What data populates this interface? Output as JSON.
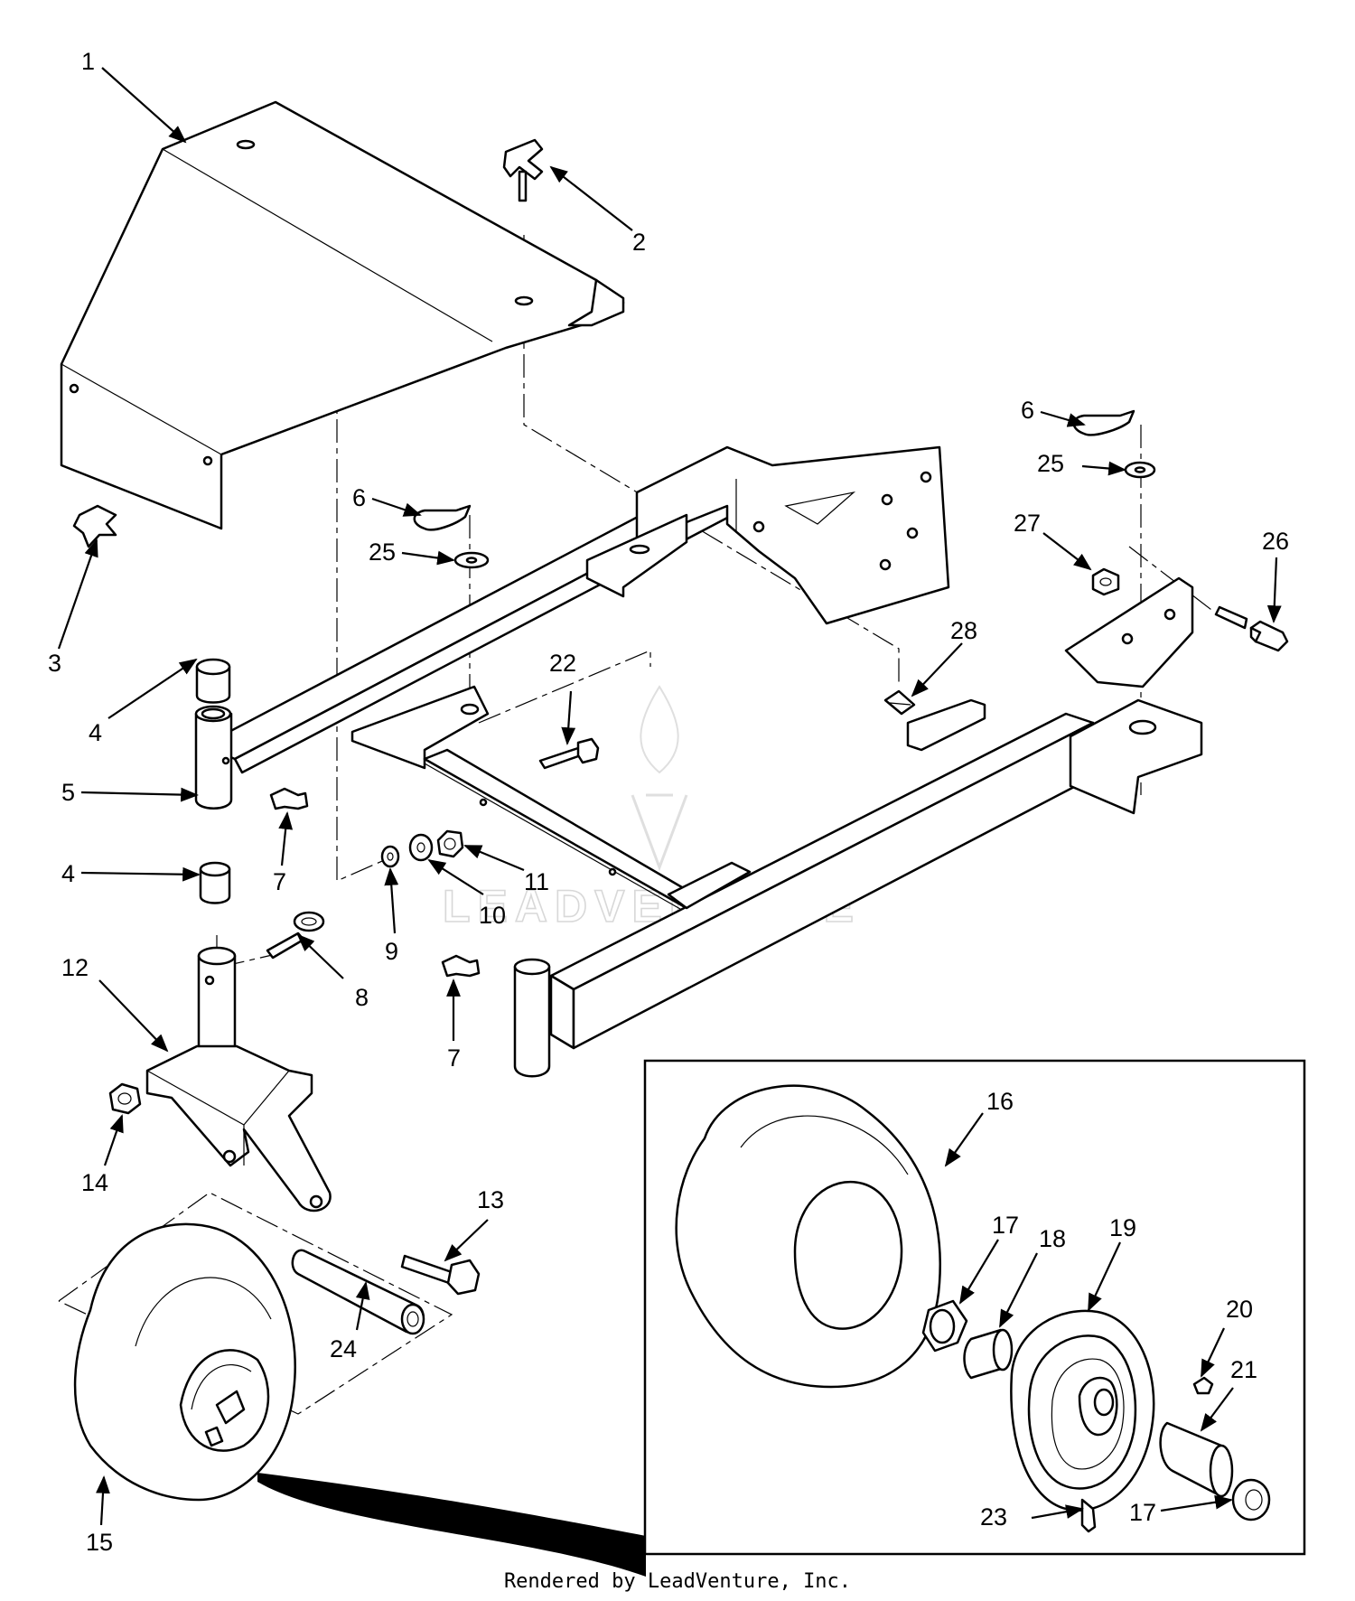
{
  "footer_text": "Rendered by LeadVenture, Inc.",
  "watermark_text": "LEADVENTURE",
  "callouts": [
    "1",
    "2",
    "3",
    "4",
    "4",
    "5",
    "6",
    "6",
    "7",
    "7",
    "8",
    "9",
    "10",
    "11",
    "12",
    "13",
    "14",
    "15",
    "16",
    "17",
    "17",
    "18",
    "19",
    "20",
    "21",
    "22",
    "23",
    "24",
    "25",
    "25",
    "26",
    "27",
    "28"
  ]
}
